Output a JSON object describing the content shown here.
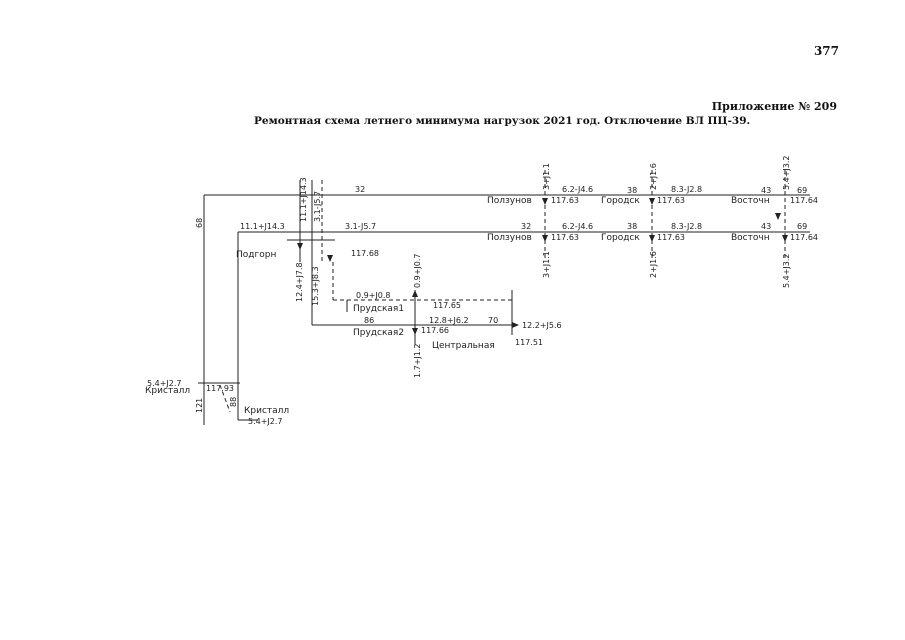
{
  "page_number": "377",
  "appendix": "Приложение № 209",
  "title": "Ремонтная схема летнего минимума нагрузок 2021 год. Отключение ВЛ ПЦ-39.",
  "nodes": {
    "polzunov_top": "Ползунов",
    "polzunov_bot": "Ползунов",
    "gorodsk_top": "Городск",
    "gorodsk_bot": "Городск",
    "vostochn_top": "Восточн",
    "vostochn_bot": "Восточн",
    "podgorn": "Подгорн",
    "prudskaya1": "Прудская1",
    "prudskaya2": "Прудская2",
    "centralnaya": "Центральная",
    "kristall_left": "Кристалл",
    "kristall_bot": "Кристалл"
  },
  "voltages": {
    "polzunov_top": "117.63",
    "polzunov_bot": "117.63",
    "gorodsk_top": "117.63",
    "gorodsk_bot": "117.63",
    "vostochn_top": "117.64",
    "vostochn_bot": "117.64",
    "podgorn": "117.68",
    "prudskaya1": "117.65",
    "prudskaya2": "117.66",
    "centralnaya": "117.51",
    "kristall": "117.93"
  },
  "flows": {
    "polz_top_load": "3+J1.1",
    "polz_bot_load": "3+J1.1",
    "gor_top_load": "2+J1.6",
    "gor_bot_load": "2+J1.6",
    "vos_top_load": "5.4+J3.2",
    "vos_bot_load": "5.4+J3.2",
    "polz_gor_top": "6.2-J4.6",
    "polz_gor_bot": "6.2-J4.6",
    "gor_vos_top": "8.3-J2.8",
    "gor_vos_bot": "8.3-J2.8",
    "podgorn_in": "11.1+J14.3",
    "podgorn_v1": "11.1+J14.3",
    "podgorn_v2": "3.1-J5.7",
    "podgorn_out": "3.1-J5.7",
    "podgorn_down": "12.4+J7.8",
    "podgorn_down2": "15.3+J8.3",
    "prud1_in": "0.9+J0.8",
    "prud1_load": "0.9+J0.7",
    "prud2_line": "12.8+J6.2",
    "prud2_load": "1.7+J1.2",
    "central_out": "12.2+J5.6",
    "kristall_left": "5.4+J2.7",
    "kristall_bot": "5.4+J2.7"
  },
  "line_numbers": {
    "l32_top": "32",
    "l32_bot": "32",
    "l38_top": "38",
    "l38_bot": "38",
    "l43_top": "43",
    "l43_bot": "43",
    "l69_top": "69",
    "l69_bot": "69",
    "l68": "68",
    "l121": "121",
    "l88": "88",
    "l86": "86",
    "l70": "70"
  }
}
